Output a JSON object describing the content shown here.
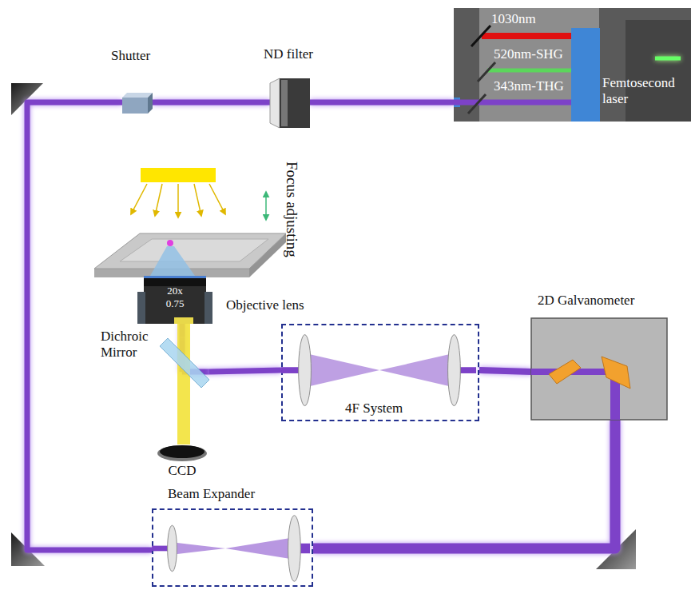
{
  "diagram": {
    "nodes": [
      {
        "text": [
          "Femtosecond laser"
        ]
      },
      {
        "text": [
          "ND filter"
        ]
      },
      {
        "text": [
          "Shutter"
        ]
      },
      {
        "text": [
          "Beam Expander"
        ]
      },
      {
        "text": [
          "2D Galvanometer"
        ]
      },
      {
        "text": [
          "4F System"
        ]
      },
      {
        "text": [
          "20x",
          "0.75"
        ]
      },
      {
        "text": [
          "Dichroic Mirror"
        ]
      },
      {
        "text": [
          "CCD"
        ]
      }
    ],
    "edges": [
      {
        "from": 0,
        "to": 1,
        "arrow": "none"
      },
      {
        "from": 1,
        "to": 2,
        "arrow": "none"
      },
      {
        "from": 2,
        "to": 3,
        "arrow": "none"
      },
      {
        "from": 3,
        "to": 4,
        "arrow": "none"
      },
      {
        "from": 4,
        "to": 5,
        "arrow": "none"
      },
      {
        "from": 5,
        "to": 7,
        "arrow": "none"
      },
      {
        "from": 7,
        "to": 6,
        "arrow": "none"
      },
      {
        "from": 6,
        "to": 8,
        "arrow": "none"
      }
    ],
    "labels": [
      "1030nm",
      "520nm-SHG",
      "343nm-THG",
      "Focus adjusting",
      "Objective lens"
    ]
  }
}
